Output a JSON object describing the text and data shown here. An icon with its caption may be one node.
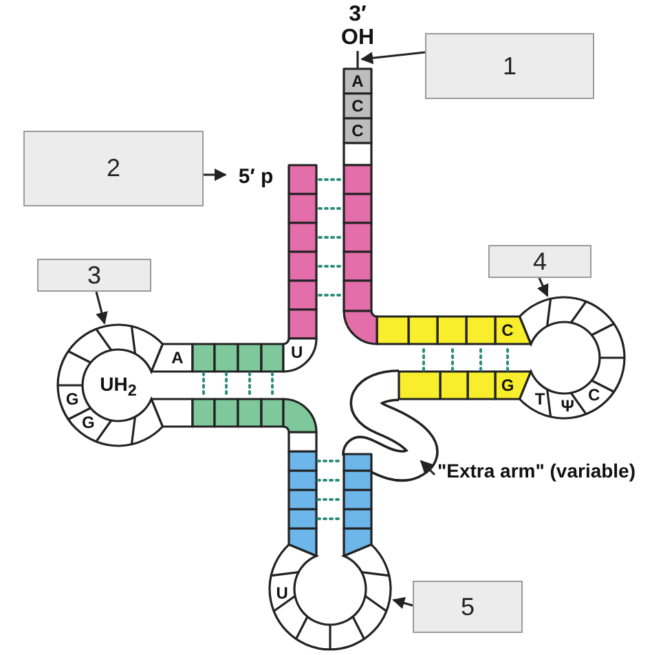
{
  "diagram": {
    "nodes": [
      {
        "text": [
          "1"
        ]
      },
      {
        "text": [],
        "shape": "line"
      },
      {
        "text": [
          "2"
        ]
      },
      {
        "text": [
          "5′ p"
        ]
      },
      {
        "text": [
          "3"
        ]
      },
      {
        "text": [],
        "shape": "circle"
      },
      {
        "text": [
          "4"
        ]
      },
      {
        "text": [],
        "shape": "circle"
      },
      {
        "text": [
          "\"Extra arm\" (variable)"
        ]
      },
      {
        "text": [],
        "shape": "bar"
      },
      {
        "text": [
          "5"
        ]
      },
      {
        "text": [],
        "shape": "circle"
      }
    ],
    "edges": [
      {
        "from": 0,
        "to": 1,
        "arrow": "to"
      },
      {
        "from": 2,
        "to": 3,
        "arrow": "to"
      },
      {
        "from": 4,
        "to": 5,
        "arrow": "to"
      },
      {
        "from": 6,
        "to": 7,
        "arrow": "to"
      },
      {
        "from": 8,
        "to": 9,
        "arrow": "to"
      },
      {
        "from": 10,
        "to": 11,
        "arrow": "to"
      }
    ],
    "labels": [
      "3′ OH",
      "A",
      "C",
      "C",
      "U",
      "A",
      "C",
      "UH$_{2}$",
      "G",
      "T",
      "Ψ",
      "C",
      "G",
      "G",
      "U"
    ]
  }
}
